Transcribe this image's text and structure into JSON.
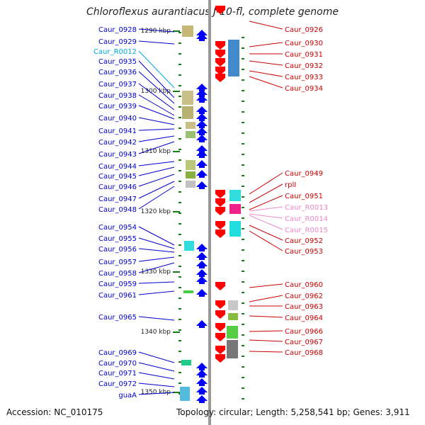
{
  "title": "Chloroflexus aurantiacus J-10-fl, complete genome",
  "footer": {
    "accession": "Accession: NC_010175",
    "stats": "Topology: circular; Length: 5,258,541 bp; Genes: 3,911"
  },
  "colors": {
    "blue_label": "#0000cc",
    "red_label": "#cc0000",
    "cyan_label": "#00aadd",
    "pink_label": "#ee88cc",
    "strand_plus": "#0000ff",
    "strand_minus": "#ff0000",
    "backbone": "#999999",
    "tick": "#1a7a1a"
  },
  "scale": [
    {
      "label": "1290 kbp",
      "pos": 1290
    },
    {
      "label": "1300 kbp",
      "pos": 1300
    },
    {
      "label": "1310 kbp",
      "pos": 1310
    },
    {
      "label": "1320 kbp",
      "pos": 1320
    },
    {
      "label": "1330 kbp",
      "pos": 1330
    },
    {
      "label": "1340 kbp",
      "pos": 1340
    },
    {
      "label": "1350 kbp",
      "pos": 1350
    }
  ],
  "left_labels": [
    {
      "text": "Caur_0928",
      "color": "blue"
    },
    {
      "text": "Caur_0929",
      "color": "blue"
    },
    {
      "text": "Caur_R0012",
      "color": "cyan"
    },
    {
      "text": "Caur_0935",
      "color": "blue"
    },
    {
      "text": "Caur_0936",
      "color": "blue"
    },
    {
      "text": "Caur_0937",
      "color": "blue"
    },
    {
      "text": "Caur_0938",
      "color": "blue"
    },
    {
      "text": "Caur_0939",
      "color": "blue"
    },
    {
      "text": "Caur_0940",
      "color": "blue"
    },
    {
      "text": "Caur_0941",
      "color": "blue"
    },
    {
      "text": "Caur_0942",
      "color": "blue"
    },
    {
      "text": "Caur_0943",
      "color": "blue"
    },
    {
      "text": "Caur_0944",
      "color": "blue"
    },
    {
      "text": "Caur_0945",
      "color": "blue"
    },
    {
      "text": "Caur_0946",
      "color": "blue"
    },
    {
      "text": "Caur_0947",
      "color": "blue"
    },
    {
      "text": "Caur_0948",
      "color": "blue"
    },
    {
      "text": "Caur_0954",
      "color": "blue"
    },
    {
      "text": "Caur_0955",
      "color": "blue"
    },
    {
      "text": "Caur_0956",
      "color": "blue"
    },
    {
      "text": "Caur_0957",
      "color": "blue"
    },
    {
      "text": "Caur_0958",
      "color": "blue"
    },
    {
      "text": "Caur_0959",
      "color": "blue"
    },
    {
      "text": "Caur_0961",
      "color": "blue"
    },
    {
      "text": "Caur_0965",
      "color": "blue"
    },
    {
      "text": "Caur_0969",
      "color": "blue"
    },
    {
      "text": "Caur_0970",
      "color": "blue"
    },
    {
      "text": "Caur_0971",
      "color": "blue"
    },
    {
      "text": "Caur_0972",
      "color": "blue"
    },
    {
      "text": "guaA",
      "color": "blue"
    }
  ],
  "right_labels": [
    {
      "text": "Caur_0926",
      "color": "red"
    },
    {
      "text": "Caur_0930",
      "color": "red"
    },
    {
      "text": "Caur_0931",
      "color": "red"
    },
    {
      "text": "Caur_0932",
      "color": "red"
    },
    {
      "text": "Caur_0933",
      "color": "red"
    },
    {
      "text": "Caur_0934",
      "color": "red"
    },
    {
      "text": "Caur_0949",
      "color": "red"
    },
    {
      "text": "rplI",
      "color": "red"
    },
    {
      "text": "Caur_0951",
      "color": "red"
    },
    {
      "text": "Caur_R0013",
      "color": "pink"
    },
    {
      "text": "Caur_R0014",
      "color": "pink"
    },
    {
      "text": "Caur_R0015",
      "color": "pink"
    },
    {
      "text": "Caur_0952",
      "color": "red"
    },
    {
      "text": "Caur_0953",
      "color": "red"
    },
    {
      "text": "Caur_0960",
      "color": "red"
    },
    {
      "text": "Caur_0962",
      "color": "red"
    },
    {
      "text": "Caur_0963",
      "color": "red"
    },
    {
      "text": "Caur_0964",
      "color": "red"
    },
    {
      "text": "Caur_0966",
      "color": "red"
    },
    {
      "text": "Caur_0967",
      "color": "red"
    },
    {
      "text": "Caur_0968",
      "color": "red"
    }
  ]
}
